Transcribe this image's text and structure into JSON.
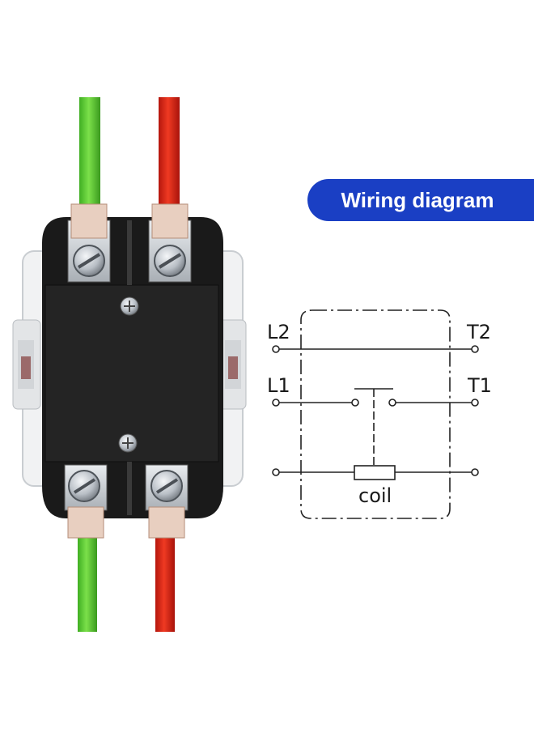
{
  "badge": {
    "title": "Wiring diagram",
    "color": "#1a3fc4"
  },
  "device": {
    "name": "contactor",
    "wires": [
      "green",
      "red"
    ]
  },
  "diagram": {
    "terminals": {
      "l2": "L2",
      "t2": "T2",
      "l1": "L1",
      "t1": "T1"
    },
    "coil_label": "coil"
  }
}
